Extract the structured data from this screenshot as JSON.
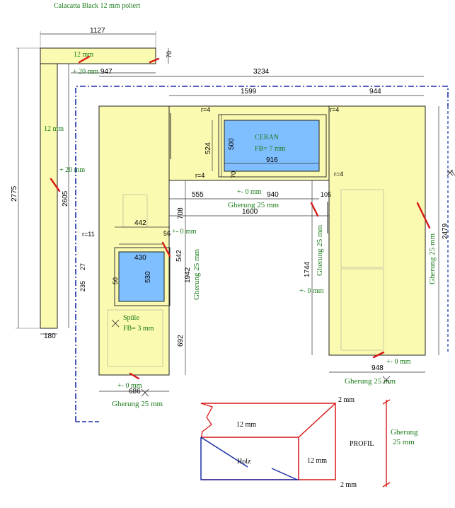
{
  "header": {
    "title": "Calacatta Black 12 mm poliert"
  },
  "colors": {
    "countertop": "#fafab0",
    "cutout": "#7fbfff",
    "text_green": "#1a7a1a",
    "mark_red": "#d81818",
    "wall_blue": "#1a2fa8"
  },
  "left_panel": {
    "dim_top": "1127",
    "dim_height": "2775",
    "dim_inner": "2605",
    "dim_bottom": "180",
    "dim_offset": "947",
    "dim_right": "70",
    "note_thickness_top": "12 mm",
    "note_thickness_side": "12 mm",
    "note_plus20_a": "+ 20 mm",
    "note_plus20_b": "+ 20 mm"
  },
  "main": {
    "dim_overall": "3234",
    "dim_middle": "1599",
    "dim_right_top": "944",
    "dim_2479": "2479",
    "dim_524": "524",
    "dim_500": "500",
    "dim_916": "916",
    "dim_70": "70",
    "dim_555": "555",
    "dim_940": "940",
    "dim_105": "105",
    "dim_1600": "1600",
    "dim_708": "708",
    "dim_1942": "1942",
    "dim_542": "542",
    "dim_692": "692",
    "dim_1744": "1744",
    "dim_442": "442",
    "dim_56": "56",
    "dim_430": "430",
    "dim_530": "530",
    "dim_27": "27",
    "dim_235": "235",
    "dim_50": "50",
    "dim_686": "686",
    "dim_948": "948",
    "r4_a": "r=4",
    "r4_b": "r=4",
    "r4_c": "r=4",
    "r4_d": "r=4",
    "r11": "r=11",
    "ceran_label": "CERAN",
    "ceran_fb": "FB= 7 mm",
    "spuele_label": "Spüle",
    "spuele_fb": "FB= 3 mm",
    "pm0_a": "+- 0 mm",
    "pm0_b": "+- 0 mm",
    "pm0_c": "+- 0 mm",
    "pm0_d": "+- 0 mm",
    "pm0_e": "+- 0 mm",
    "gherung_a": "Gherung 25 mm",
    "gherung_b": "Gherung 25 mm",
    "gherung_c": "Gherung 25 mm",
    "gherung_d": "Gherung 25 mm",
    "gherung_e": "Gherung 25 mm",
    "gherung_f": "Gherung 25 mm"
  },
  "profile": {
    "label_top": "12 mm",
    "label_side": "12 mm",
    "label_holz": "Holz",
    "label_2mm_top": "2 mm",
    "label_2mm_bottom": "2 mm",
    "label_profil": "PROFIL",
    "label_gherung": "Gherung",
    "label_gherung_mm": "25 mm"
  }
}
